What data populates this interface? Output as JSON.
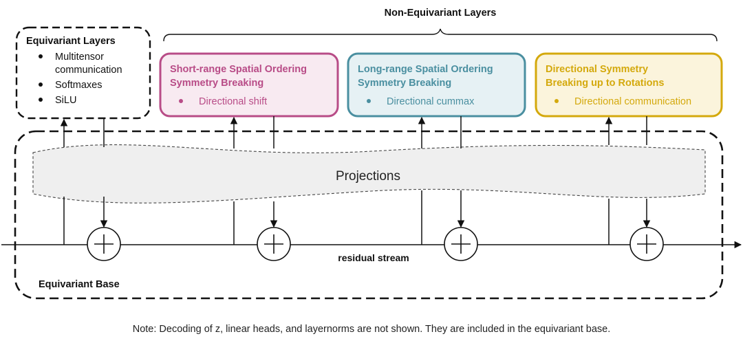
{
  "non_equivariant": {
    "title": "Non-Equivariant Layers"
  },
  "equivariant_layers": {
    "title": "Equivariant Layers",
    "items": [
      [
        "Multitensor",
        "communication"
      ],
      [
        "Softmaxes"
      ],
      [
        "SiLU"
      ]
    ]
  },
  "boxes": [
    {
      "title_lines": [
        "Short-range Spatial Ordering",
        "Symmetry Breaking"
      ],
      "bullet": "Directional shift",
      "color": "#b84c87",
      "fill": "#f8eaf1"
    },
    {
      "title_lines": [
        "Long-range Spatial Ordering",
        "Symmetry Breaking"
      ],
      "bullet": "Directional cummax",
      "color": "#4a8fa0",
      "fill": "#e6f1f4"
    },
    {
      "title_lines": [
        "Directional Symmetry",
        "Breaking up to Rotations"
      ],
      "bullet": "Directional communication",
      "color": "#d4a90d",
      "fill": "#fbf4dc"
    }
  ],
  "projections": {
    "label": "Projections"
  },
  "residual_stream": {
    "label": "residual stream"
  },
  "equivariant_base": {
    "label": "Equivariant Base"
  },
  "note": "Note: Decoding of z, linear heads, and layernorms are not shown. They are included in the equivariant base."
}
